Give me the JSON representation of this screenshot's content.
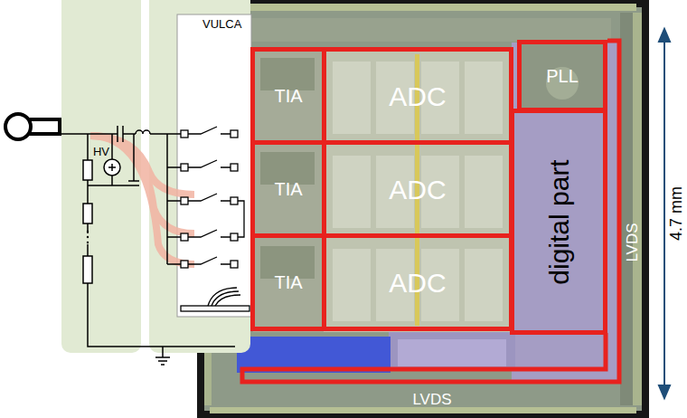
{
  "diagram": {
    "nodes": [
      {
        "text": [
          "VULCA"
        ]
      },
      {
        "text": [
          "TIA"
        ]
      },
      {
        "text": [
          "ADC"
        ]
      },
      {
        "text": [
          "PLL"
        ]
      },
      {
        "text": [
          "TIA"
        ]
      },
      {
        "text": [
          "ADC"
        ]
      },
      {
        "text": [
          "digital part"
        ]
      },
      {
        "text": [
          "TIA"
        ]
      },
      {
        "text": [
          "ADC"
        ]
      }
    ],
    "labels": [
      "HV",
      "LVDS",
      "4.7 mm",
      "LVDS"
    ]
  }
}
